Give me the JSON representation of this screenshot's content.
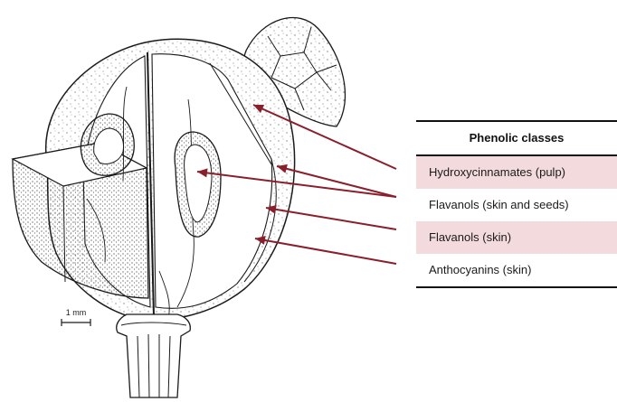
{
  "table": {
    "header": "Phenolic classes",
    "rows": [
      {
        "label": "Hydroxycinnamates (pulp)",
        "shaded": true
      },
      {
        "label": "Flavanols (skin and seeds)",
        "shaded": false
      },
      {
        "label": "Flavanols (skin)",
        "shaded": true
      },
      {
        "label": "Anthocyanins (skin)",
        "shaded": false
      }
    ]
  },
  "scale_bar": {
    "label": "1 mm"
  },
  "colors": {
    "arrow": "#8b1e2b",
    "row_shade": "#f3dadd",
    "line_art": "#1a1a1a"
  },
  "icons": [
    "grape-berry-illustration",
    "seed-icon",
    "arrow-icon"
  ]
}
